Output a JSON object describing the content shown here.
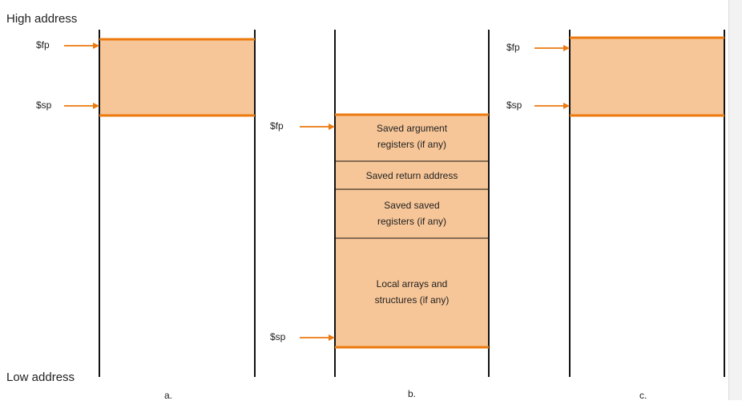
{
  "labels": {
    "high_address": "High address",
    "low_address": "Low address"
  },
  "panels": {
    "a": {
      "caption": "a.",
      "fp": "$fp",
      "sp": "$sp"
    },
    "b": {
      "caption": "b.",
      "fp": "$fp",
      "sp": "$sp",
      "sections": [
        "Saved argument\nregisters (if any)",
        "Saved return address",
        "Saved saved\nregisters (if any)",
        "Local arrays and\nstructures (if any)"
      ]
    },
    "c": {
      "caption": "c.",
      "fp": "$fp",
      "sp": "$sp"
    }
  },
  "colors": {
    "fill": "#f7c698",
    "accent": "#ec7a0f",
    "line": "#111111"
  }
}
